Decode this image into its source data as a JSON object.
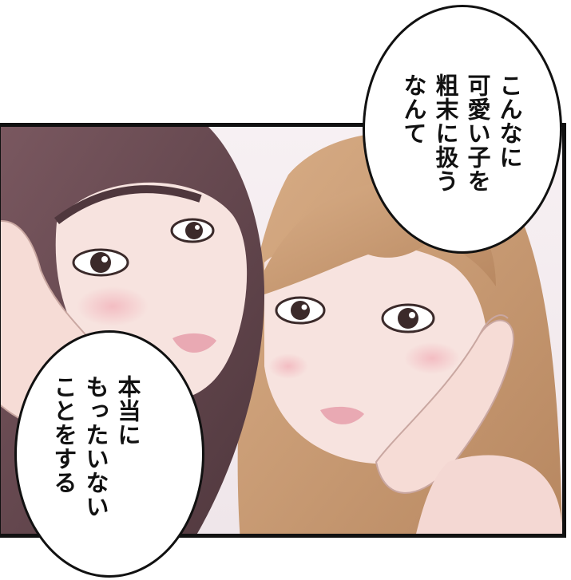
{
  "bubbles": {
    "top": {
      "lines": [
        "こんなに",
        "可愛い子を",
        "粗末に扱う",
        "なんて"
      ]
    },
    "bottom": {
      "lines": [
        "本当に",
        "もったいない",
        "ことをする"
      ]
    }
  },
  "colors": {
    "panel_border": "#111111",
    "hair_dark": "#6a4b52",
    "hair_light": "#c99a72",
    "skin": "#f7e3df",
    "blush": "#f2c3c8",
    "lips": "#e9a9b3",
    "eye": "#3b2a2a",
    "background": "#f4eef0"
  }
}
